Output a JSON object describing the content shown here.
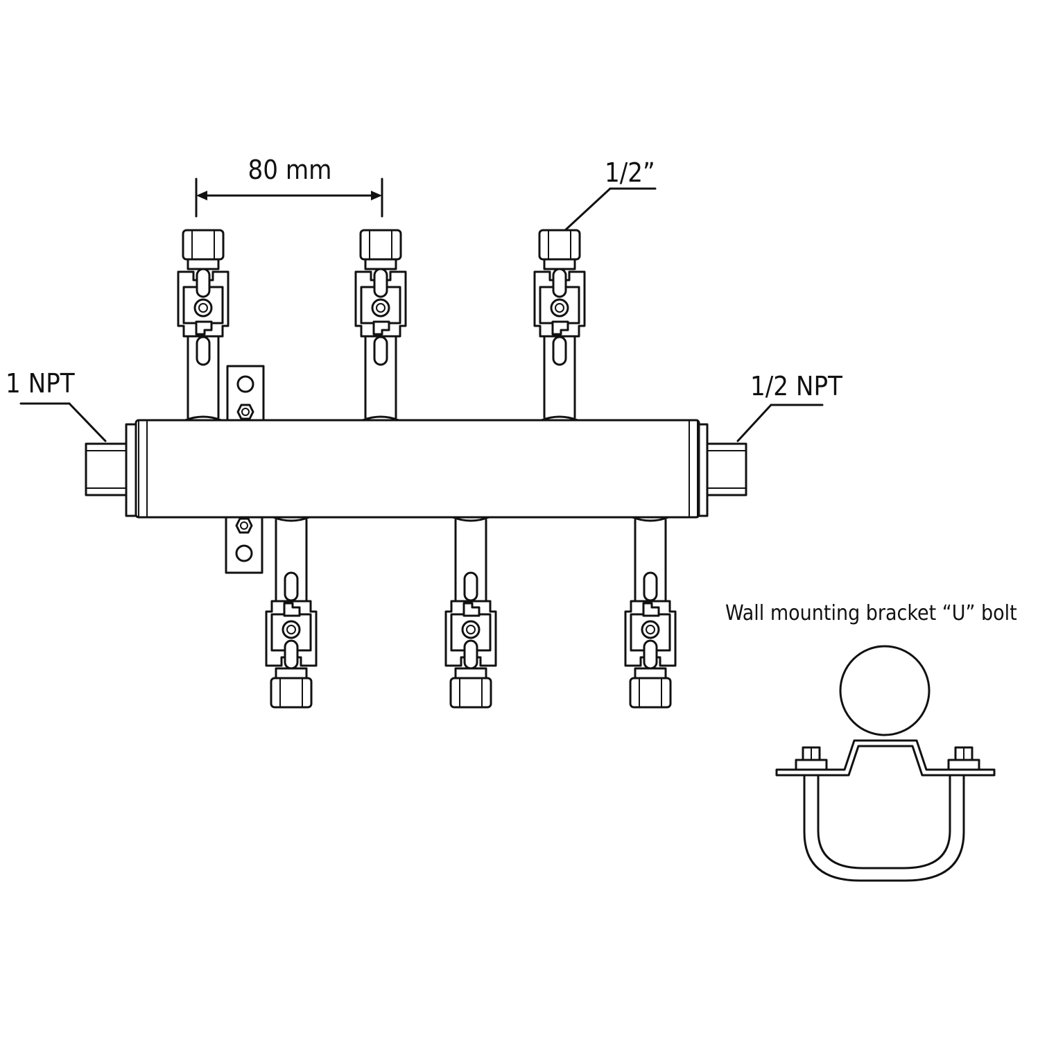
{
  "labels": {
    "spacing": "80 mm",
    "outlet_size": "1/2”",
    "inlet": "1 NPT",
    "outlet_npt": "1/2 NPT",
    "bracket_caption": "Wall mounting bracket “U” bolt"
  },
  "valves": {
    "top_count": 3,
    "bottom_count": 3
  },
  "colors": {
    "line": "#111111",
    "background": "#ffffff"
  }
}
